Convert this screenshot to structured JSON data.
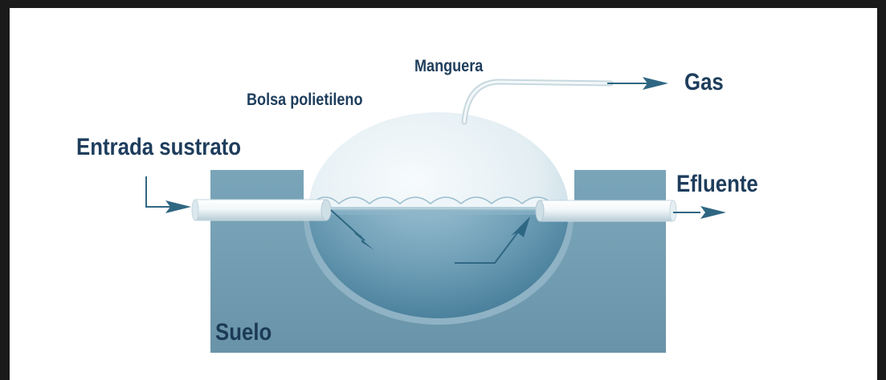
{
  "diagram": {
    "labels": {
      "manguera": "Manguera",
      "gas": "Gas",
      "bolsa": "Bolsa polietileno",
      "entrada": "Entrada sustrato",
      "efluente": "Efluente",
      "suelo": "Suelo"
    },
    "colors": {
      "frame": "#1a1a1a",
      "soil": "#6f9bb0",
      "soil_edge": "#8fb3c4",
      "liquid_light": "#a7c8d8",
      "liquid_dark": "#3d7592",
      "gas_dome_light": "#f1f7fa",
      "gas_dome_dark": "#b9d2de",
      "pipe_light": "#f2f7f9",
      "pipe_shade": "#b7ccd6",
      "arrow": "#2f6783",
      "text": "#1e3d5c"
    }
  }
}
